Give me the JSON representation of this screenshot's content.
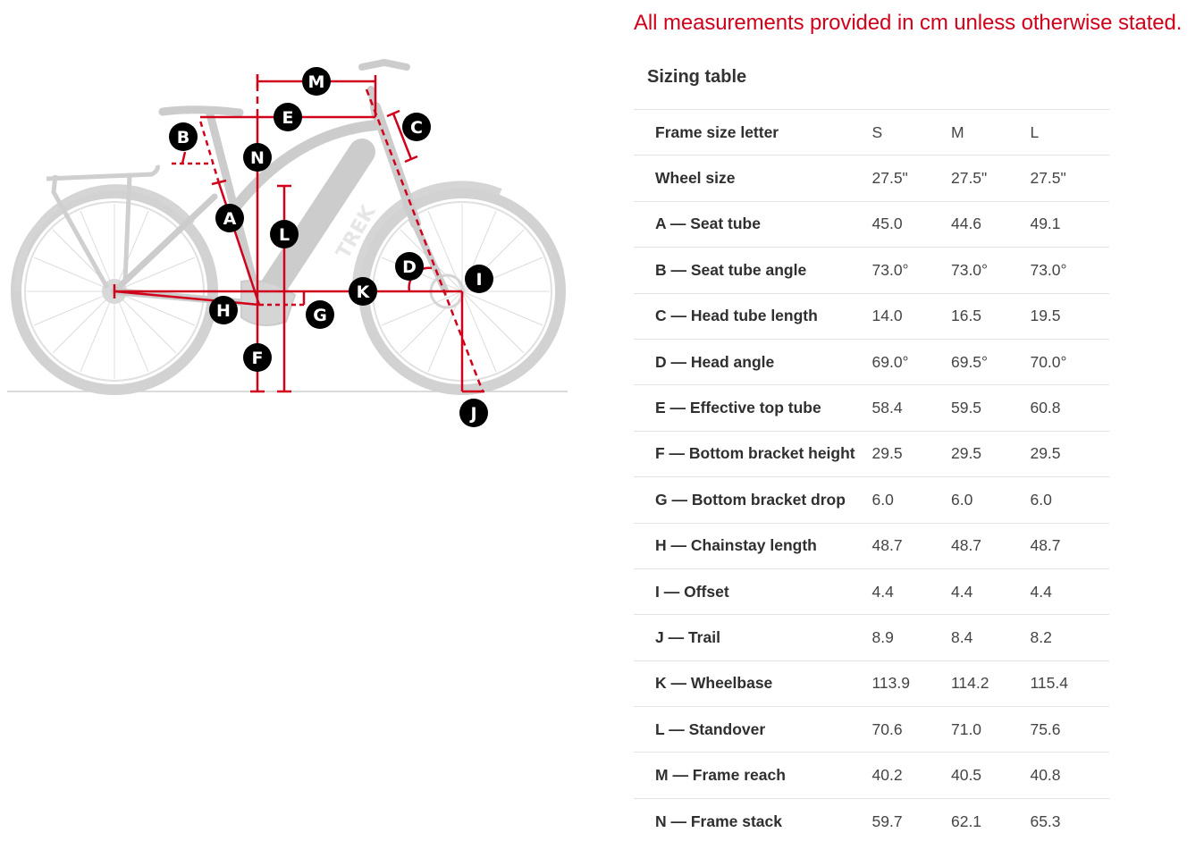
{
  "notice": "All measurements provided in cm unless otherwise stated.",
  "table": {
    "title": "Sizing table",
    "header": {
      "label": "Frame size letter",
      "sizes": [
        "S",
        "M",
        "L"
      ]
    },
    "rows": [
      {
        "label": "Wheel size",
        "values": [
          "27.5\"",
          "27.5\"",
          "27.5\""
        ]
      },
      {
        "label": "A — Seat tube",
        "values": [
          "45.0",
          "44.6",
          "49.1"
        ]
      },
      {
        "label": "B — Seat tube angle",
        "values": [
          "73.0°",
          "73.0°",
          "73.0°"
        ]
      },
      {
        "label": "C — Head tube length",
        "values": [
          "14.0",
          "16.5",
          "19.5"
        ]
      },
      {
        "label": "D — Head angle",
        "values": [
          "69.0°",
          "69.5°",
          "70.0°"
        ]
      },
      {
        "label": "E — Effective top tube",
        "values": [
          "58.4",
          "59.5",
          "60.8"
        ]
      },
      {
        "label": "F — Bottom bracket height",
        "values": [
          "29.5",
          "29.5",
          "29.5"
        ]
      },
      {
        "label": "G — Bottom bracket drop",
        "values": [
          "6.0",
          "6.0",
          "6.0"
        ]
      },
      {
        "label": "H — Chainstay length",
        "values": [
          "48.7",
          "48.7",
          "48.7"
        ]
      },
      {
        "label": "I — Offset",
        "values": [
          "4.4",
          "4.4",
          "4.4"
        ]
      },
      {
        "label": "J — Trail",
        "values": [
          "8.9",
          "8.4",
          "8.2"
        ]
      },
      {
        "label": "K — Wheelbase",
        "values": [
          "113.9",
          "114.2",
          "115.4"
        ]
      },
      {
        "label": "L — Standover",
        "values": [
          "70.6",
          "71.0",
          "75.6"
        ]
      },
      {
        "label": "M — Frame reach",
        "values": [
          "40.2",
          "40.5",
          "40.8"
        ]
      },
      {
        "label": "N — Frame stack",
        "values": [
          "59.7",
          "62.1",
          "65.3"
        ]
      }
    ]
  },
  "diagram": {
    "markers": [
      "A",
      "B",
      "C",
      "D",
      "E",
      "F",
      "G",
      "H",
      "I",
      "J",
      "K",
      "L",
      "M",
      "N"
    ],
    "frame_text": "TREK",
    "colors": {
      "dimension": "#d0021b",
      "bike": "#c8c8c8",
      "badge": "#000000"
    }
  }
}
